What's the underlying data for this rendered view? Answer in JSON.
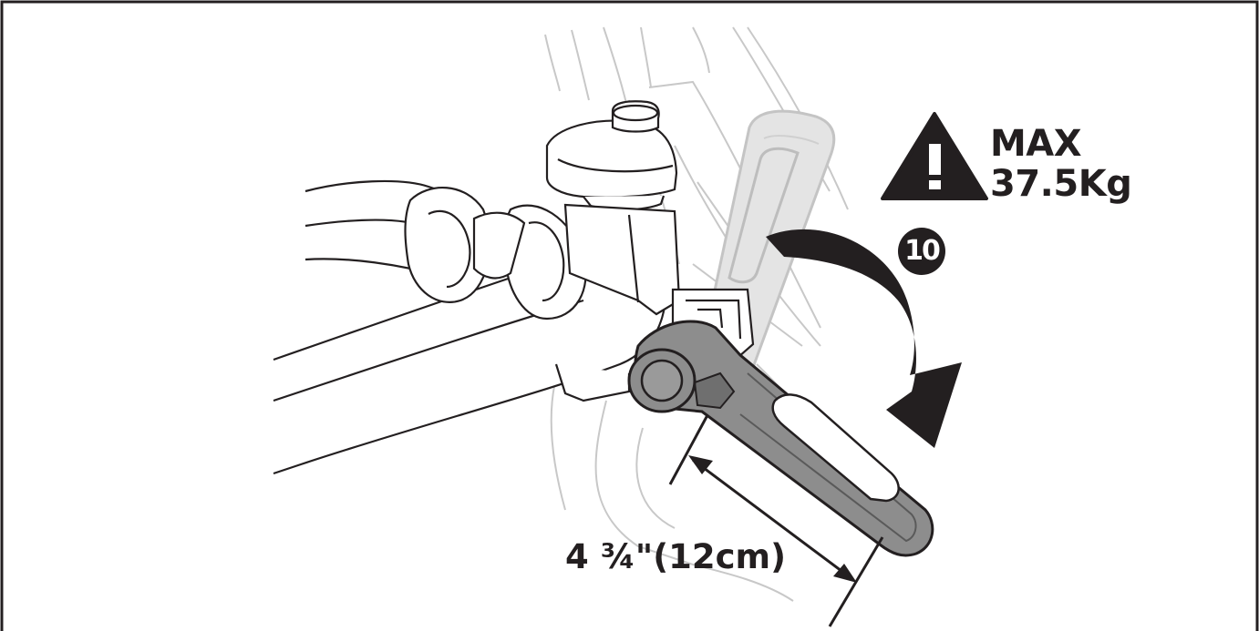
{
  "warning": {
    "line1": "MAX",
    "line2": "37.5Kg",
    "icon": "exclamation-triangle-icon"
  },
  "step": {
    "number": "10"
  },
  "dimension": {
    "label": "4 ¾\"(12cm)"
  },
  "colors": {
    "ink": "#231f20",
    "ghost": "#c8c8c8",
    "handle_fill": "#8d8d8d",
    "handle_dark": "#6f6f6f",
    "handle_ghost": "#dedede"
  }
}
